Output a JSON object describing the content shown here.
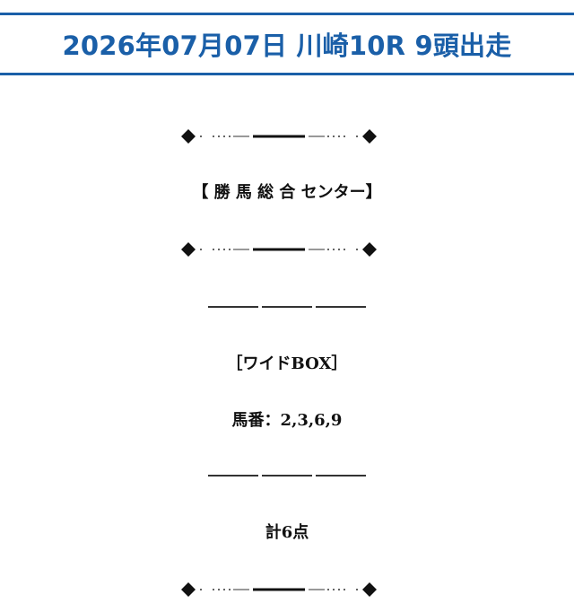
{
  "header": {
    "title": "2026年07月07日 川崎10R 9頭出走"
  },
  "content": {
    "source_label": "【 勝 馬 総 合 センター】",
    "bet_type": "［ワイドBOX］",
    "horses": "馬番：2,3,6,9",
    "total": "計6点"
  },
  "colors": {
    "accent": "#1a5fa8",
    "text": "#111111"
  }
}
